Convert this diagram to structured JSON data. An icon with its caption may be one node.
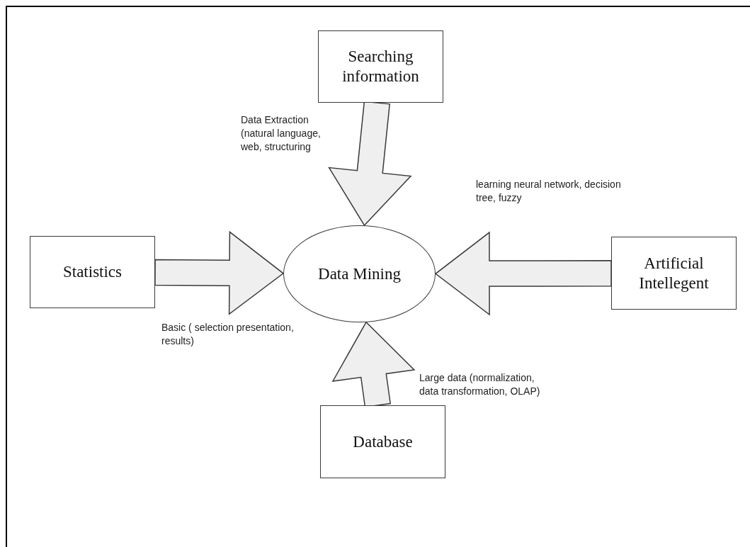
{
  "diagram": {
    "nodes": [
      {
        "text": [
          "Searching information"
        ]
      },
      {
        "text": [
          "Statistics"
        ]
      },
      {
        "text": [
          "Data Mining"
        ]
      },
      {
        "text": [
          "Artificial Intellegent"
        ]
      },
      {
        "text": [
          "Database"
        ]
      }
    ],
    "edges": [
      {
        "from": 0,
        "to": 2,
        "arrow": "to"
      },
      {
        "from": 1,
        "to": 2,
        "arrow": "to"
      },
      {
        "from": 3,
        "to": 2,
        "arrow": "to"
      },
      {
        "from": 4,
        "to": 2,
        "arrow": "to"
      }
    ],
    "labels": [
      "Data Extraction (natural language, web, structuring",
      "learning neural network, decision tree, fuzzy",
      "Basic ( selection presentation, results)",
      "Large data (normalization, data transformation, OLAP)"
    ]
  }
}
